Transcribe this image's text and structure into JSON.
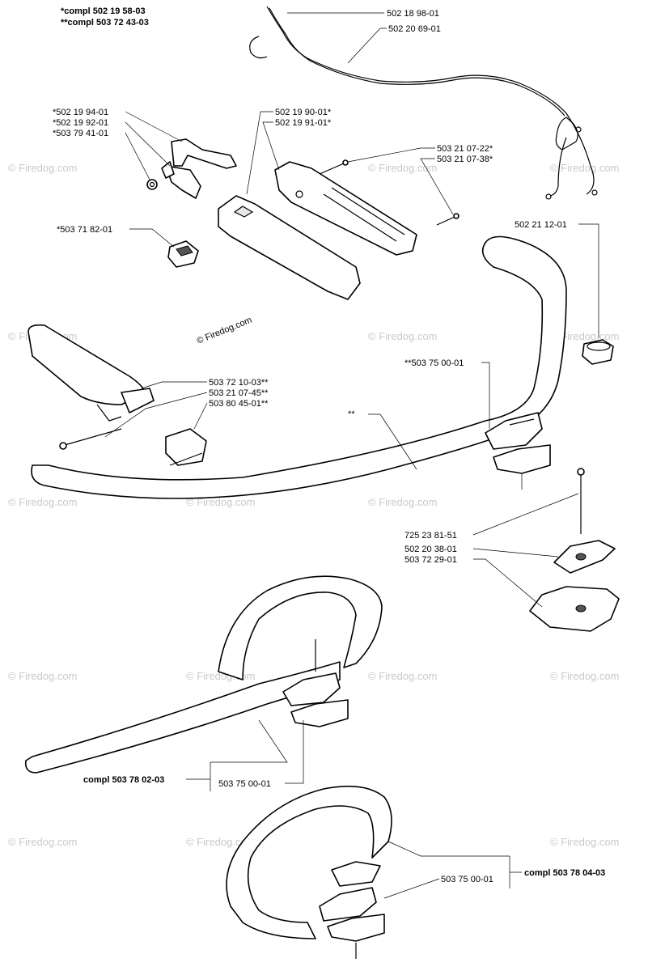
{
  "header": {
    "compl_1": "*compl 502 19 58-03",
    "compl_2": "**compl 503 72 43-03"
  },
  "labels": {
    "p_502_18_98_01": "502 18 98-01",
    "p_502_20_69_01": "502 20 69-01",
    "p_502_19_94_01": "*502 19 94-01",
    "p_502_19_92_01": "*502 19 92-01",
    "p_503_79_41_01": "*503 79 41-01",
    "p_502_19_90_01": "502 19 90-01*",
    "p_502_19_91_01": "502 19 91-01*",
    "p_503_21_07_22": "503 21 07-22*",
    "p_503_21_07_38": "503 21 07-38*",
    "p_503_71_82_01": "*503 71 82-01",
    "p_502_21_12_01": "502 21 12-01",
    "p_503_75_00_01_top": "**503 75 00-01",
    "p_503_72_10_03": "503 72 10-03**",
    "p_503_21_07_45": "503 21 07-45**",
    "p_503_80_45_01": "503 80 45-01**",
    "p_handlebar": "**",
    "p_725_23_81_51": "725 23 81-51",
    "p_502_20_38_01": "502 20 38-01",
    "p_503_72_29_01": "503 72 29-01",
    "p_503_75_00_01_mid": "503 75 00-01",
    "p_503_75_00_01_bot": "503 75 00-01"
  },
  "groups": {
    "compl_503_78_02_03": "compl 503 78 02-03",
    "compl_503_78_04_03": "compl 503 78 04-03"
  },
  "watermark": {
    "text": "© Firedog.com",
    "repeat": "© Firedog.com"
  }
}
